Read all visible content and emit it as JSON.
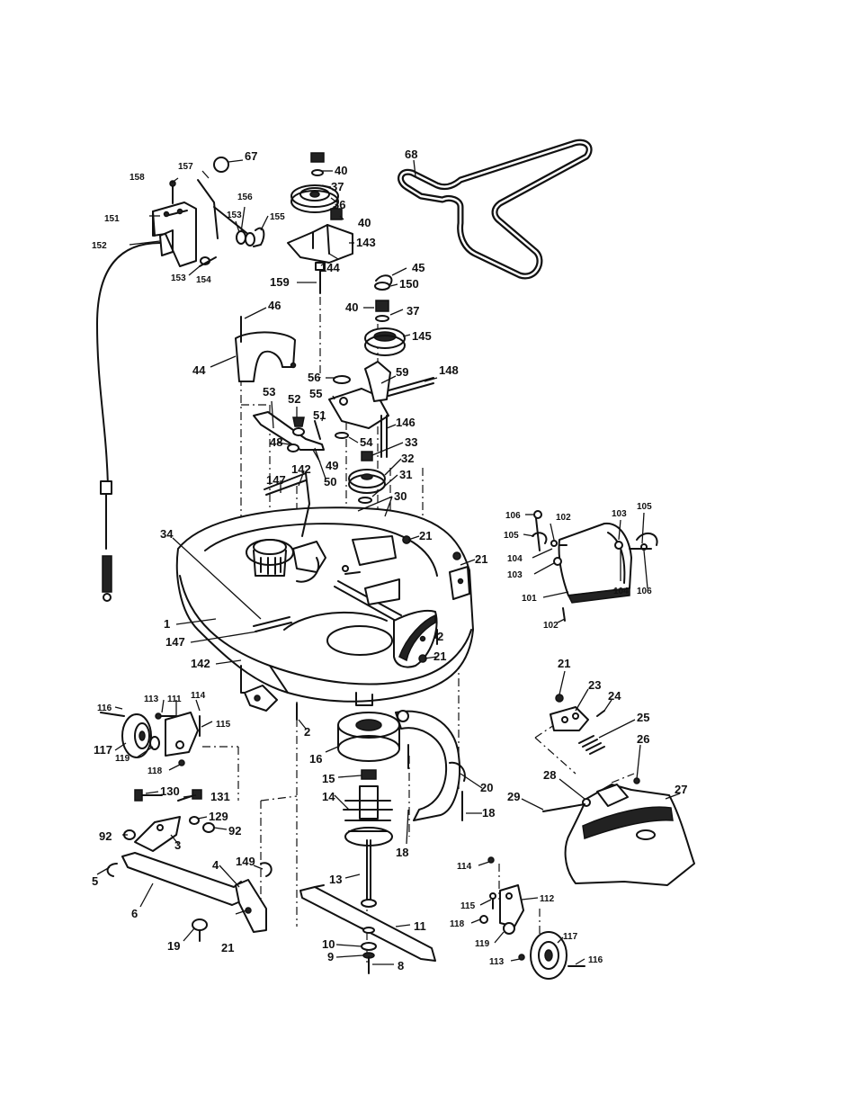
{
  "diagram": {
    "callouts": [
      {
        "id": "c1",
        "text": "1"
      },
      {
        "id": "c2a",
        "text": "2"
      },
      {
        "id": "c2b",
        "text": "2"
      },
      {
        "id": "c3",
        "text": "3"
      },
      {
        "id": "c4",
        "text": "4"
      },
      {
        "id": "c5",
        "text": "5"
      },
      {
        "id": "c6",
        "text": "6"
      },
      {
        "id": "c8",
        "text": "8"
      },
      {
        "id": "c9",
        "text": "9"
      },
      {
        "id": "c10",
        "text": "10"
      },
      {
        "id": "c11",
        "text": "11"
      },
      {
        "id": "c13",
        "text": "13"
      },
      {
        "id": "c14",
        "text": "14"
      },
      {
        "id": "c15",
        "text": "15"
      },
      {
        "id": "c16",
        "text": "16"
      },
      {
        "id": "c18a",
        "text": "18"
      },
      {
        "id": "c18b",
        "text": "18"
      },
      {
        "id": "c19",
        "text": "19"
      },
      {
        "id": "c20",
        "text": "20"
      },
      {
        "id": "c21a",
        "text": "21"
      },
      {
        "id": "c21b",
        "text": "21"
      },
      {
        "id": "c21c",
        "text": "21"
      },
      {
        "id": "c21d",
        "text": "21"
      },
      {
        "id": "c21e",
        "text": "21"
      },
      {
        "id": "c23",
        "text": "23"
      },
      {
        "id": "c24",
        "text": "24"
      },
      {
        "id": "c25",
        "text": "25"
      },
      {
        "id": "c26",
        "text": "26"
      },
      {
        "id": "c27",
        "text": "27"
      },
      {
        "id": "c28",
        "text": "28"
      },
      {
        "id": "c29",
        "text": "29"
      },
      {
        "id": "c30",
        "text": "30"
      },
      {
        "id": "c31",
        "text": "31"
      },
      {
        "id": "c32",
        "text": "32"
      },
      {
        "id": "c33",
        "text": "33"
      },
      {
        "id": "c34",
        "text": "34"
      },
      {
        "id": "c36",
        "text": "36"
      },
      {
        "id": "c37a",
        "text": "37"
      },
      {
        "id": "c37b",
        "text": "37"
      },
      {
        "id": "c40a",
        "text": "40"
      },
      {
        "id": "c40b",
        "text": "40"
      },
      {
        "id": "c40c",
        "text": "40"
      },
      {
        "id": "c44",
        "text": "44"
      },
      {
        "id": "c45",
        "text": "45"
      },
      {
        "id": "c46",
        "text": "46"
      },
      {
        "id": "c48",
        "text": "48"
      },
      {
        "id": "c49",
        "text": "49"
      },
      {
        "id": "c50",
        "text": "50"
      },
      {
        "id": "c51",
        "text": "51"
      },
      {
        "id": "c52",
        "text": "52"
      },
      {
        "id": "c53",
        "text": "53"
      },
      {
        "id": "c54",
        "text": "54"
      },
      {
        "id": "c55",
        "text": "55"
      },
      {
        "id": "c56",
        "text": "56"
      },
      {
        "id": "c59",
        "text": "59"
      },
      {
        "id": "c67",
        "text": "67"
      },
      {
        "id": "c68",
        "text": "68"
      },
      {
        "id": "c92a",
        "text": "92"
      },
      {
        "id": "c92b",
        "text": "92"
      },
      {
        "id": "c101",
        "text": "101"
      },
      {
        "id": "c102a",
        "text": "102"
      },
      {
        "id": "c102b",
        "text": "102"
      },
      {
        "id": "c103a",
        "text": "103"
      },
      {
        "id": "c103b",
        "text": "103"
      },
      {
        "id": "c104a",
        "text": "104"
      },
      {
        "id": "c104b",
        "text": "104"
      },
      {
        "id": "c105a",
        "text": "105"
      },
      {
        "id": "c105b",
        "text": "105"
      },
      {
        "id": "c106a",
        "text": "106"
      },
      {
        "id": "c106b",
        "text": "106"
      },
      {
        "id": "c111",
        "text": "111"
      },
      {
        "id": "c112",
        "text": "112"
      },
      {
        "id": "c113a",
        "text": "113"
      },
      {
        "id": "c113b",
        "text": "113"
      },
      {
        "id": "c114a",
        "text": "114"
      },
      {
        "id": "c114b",
        "text": "114"
      },
      {
        "id": "c115a",
        "text": "115"
      },
      {
        "id": "c115b",
        "text": "115"
      },
      {
        "id": "c116a",
        "text": "116"
      },
      {
        "id": "c116b",
        "text": "116"
      },
      {
        "id": "c117a",
        "text": "117"
      },
      {
        "id": "c117b",
        "text": "117"
      },
      {
        "id": "c118a",
        "text": "118"
      },
      {
        "id": "c118b",
        "text": "118"
      },
      {
        "id": "c119a",
        "text": "119"
      },
      {
        "id": "c119b",
        "text": "119"
      },
      {
        "id": "c129",
        "text": "129"
      },
      {
        "id": "c130",
        "text": "130"
      },
      {
        "id": "c131",
        "text": "131"
      },
      {
        "id": "c142a",
        "text": "142"
      },
      {
        "id": "c142b",
        "text": "142"
      },
      {
        "id": "c143",
        "text": "143"
      },
      {
        "id": "c144",
        "text": "144"
      },
      {
        "id": "c145",
        "text": "145"
      },
      {
        "id": "c146",
        "text": "146"
      },
      {
        "id": "c147a",
        "text": "147"
      },
      {
        "id": "c147b",
        "text": "147"
      },
      {
        "id": "c148",
        "text": "148"
      },
      {
        "id": "c149",
        "text": "149"
      },
      {
        "id": "c150",
        "text": "150"
      },
      {
        "id": "c151",
        "text": "151"
      },
      {
        "id": "c152",
        "text": "152"
      },
      {
        "id": "c153a",
        "text": "153"
      },
      {
        "id": "c153b",
        "text": "153"
      },
      {
        "id": "c154",
        "text": "154"
      },
      {
        "id": "c155",
        "text": "155"
      },
      {
        "id": "c156",
        "text": "156"
      },
      {
        "id": "c157",
        "text": "157"
      },
      {
        "id": "c158",
        "text": "158"
      },
      {
        "id": "c159",
        "text": "159"
      }
    ]
  }
}
